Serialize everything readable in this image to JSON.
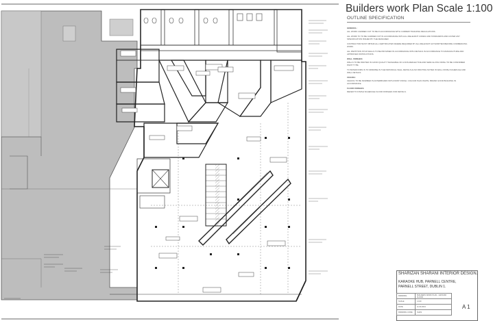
{
  "header": {
    "title": "Builders work Plan Scale 1:100",
    "subtitle": "OUTLINE SPECIFICATION"
  },
  "spec_sections": [
    {
      "heading": "GENERAL:",
      "paragraphs": [
        "ALL WORK CARRIED OUT TO BE IN ACCORDANCE WITH CURRENT BUILDING REGULATIONS.",
        "ALL WORK TO TO BE CARRIED OUT IN ACCORDANCE WITH ALL RELEVANT CODES AND STANDARDS AND AS PER ANY SPECIFICATION ISSUED BY THE DESIGNER.",
        "CONTRACTOR MUST OBTAIN ALL CERTIFICATES WHERE REQUIRED BY ALL RELEVANT AUTHORITIES BEFORE COMMENCING WORK.",
        "ALL PARTITION STUD WALLS TO BE PROVIDED IN ACCORDANCE WITH DETAILS IN ACCORDANCE TO MANUFACTURE AND APPROVED INSTRUCTIONS."
      ]
    },
    {
      "heading": "WALL FINISHES:",
      "paragraphs": [
        "WALLS TO BE PAINTED IN GOOD QUALITY WASHABLE OF A NON-REFLECTIVE AND SEMI-GLOSS FINISH TO BE CONFIRMED PAINT TYPE.",
        "TO BATHROOMS IS TO MINIMISE IN THE INDIVIDUAL WALL DETAILS ALSO PAINTING NOTED IN WALL FINISH SCHEDULE AND WALL DETAILS."
      ]
    },
    {
      "heading": "CEILING:",
      "paragraphs": [
        "CEILING TO BE SKIMMED PLASTERBOARD WITH PAINT FINISH. COLOUR PLAN WHITE. BRAND GOOD BUILDING IN ACCORDANCE."
      ]
    },
    {
      "heading": "FLOOR FINISHES:",
      "paragraphs": [
        "REFER TO FINISH SCHEDULE FLOOR FINISHES FOR DETAILS."
      ]
    }
  ],
  "title_block": {
    "designer": "SHARIZAN SHARANI INTERIOR DESIGN.",
    "project_line1": "KARAOKE HUB, PARNELL CENTRE,",
    "project_line2": "PARNELL STREET, DUBLIN 1.",
    "rows": [
      {
        "label": "DRAWING",
        "value": "BUILDERS WORK PLAN - GROUND FLOOR"
      },
      {
        "label": "SCALE",
        "value": "1:100"
      },
      {
        "label": "DATE",
        "value": "11.03.2013"
      },
      {
        "label": "DRAWING CODE",
        "value": "KH/01"
      }
    ],
    "sheet": "A 1"
  },
  "colors": {
    "neighbour_fill": "#b9b9b9",
    "line": "#333333",
    "paper": "#ffffff"
  }
}
